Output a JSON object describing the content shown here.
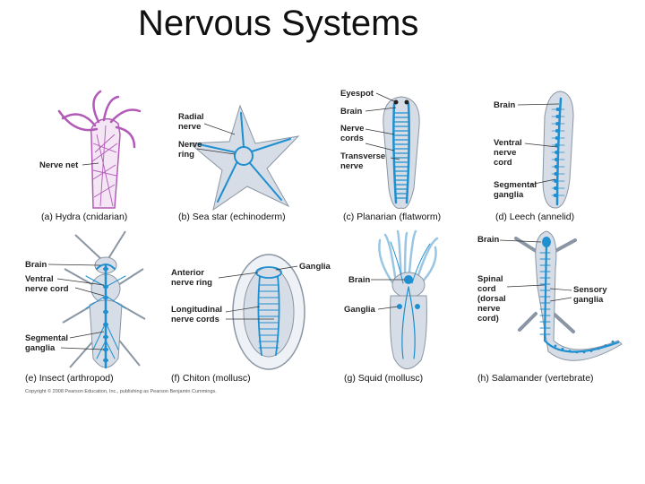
{
  "title": "Nervous Systems",
  "copyright": "Copyright © 2008 Pearson Education, Inc., publishing as Pearson Benjamin Cummings.",
  "colors": {
    "nerve": "#1e8fd0",
    "body": "#d6dde6",
    "hydra": "#b25ab8"
  },
  "panels": [
    {
      "caption": "(a) Hydra (cnidarian)",
      "labels": [
        "Nerve net"
      ]
    },
    {
      "caption": "(b) Sea star (echinoderm)",
      "labels": [
        "Radial",
        "nerve",
        "Nerve",
        "ring"
      ]
    },
    {
      "caption": "(c) Planarian (flatworm)",
      "labels": [
        "Eyespot",
        "Brain",
        "Nerve",
        "cords",
        "Transverse",
        "nerve"
      ]
    },
    {
      "caption": "(d) Leech (annelid)",
      "labels": [
        "Brain",
        "Ventral",
        "nerve",
        "cord",
        "Segmental",
        "ganglia"
      ]
    },
    {
      "caption": "(e) Insect (arthropod)",
      "labels": [
        "Brain",
        "Ventral",
        "nerve cord",
        "Segmental",
        "ganglia"
      ]
    },
    {
      "caption": "(f) Chiton (mollusc)",
      "labels": [
        "Anterior",
        "nerve ring",
        "Longitudinal",
        "nerve cords",
        "Ganglia"
      ]
    },
    {
      "caption": "(g) Squid (mollusc)",
      "labels": [
        "Brain",
        "Ganglia"
      ]
    },
    {
      "caption": "(h) Salamander (vertebrate)",
      "labels": [
        "Brain",
        "Spinal",
        "cord",
        "(dorsal",
        "nerve",
        "cord)",
        "Sensory",
        "ganglia"
      ]
    }
  ]
}
